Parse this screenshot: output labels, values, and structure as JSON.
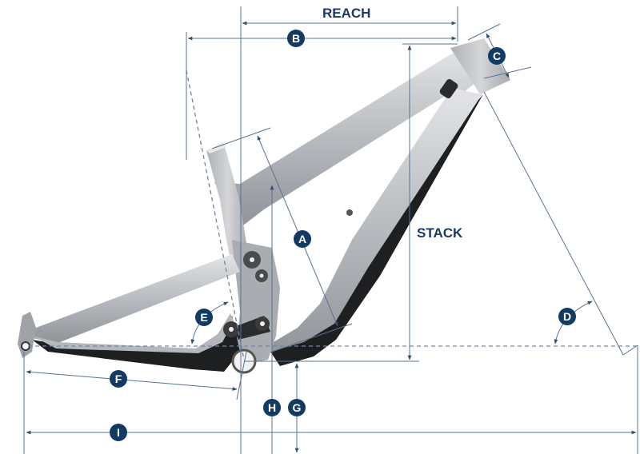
{
  "diagram": {
    "title": "Bike frame geometry",
    "subject": "full-suspension mountain bike frame",
    "accent_color": "#123a63",
    "line_color": "#5a7393",
    "frame_colors": {
      "main": "#b9bcc0",
      "highlight": "#dfe1e3",
      "shadow": "#8d9196",
      "dark": "#1e1f21"
    },
    "labels": {
      "reach": "REACH",
      "stack": "STACK"
    },
    "badges": {
      "A": "A",
      "B": "B",
      "C": "C",
      "D": "D",
      "E": "E",
      "F": "F",
      "G": "G",
      "H": "H",
      "I": "I"
    }
  }
}
